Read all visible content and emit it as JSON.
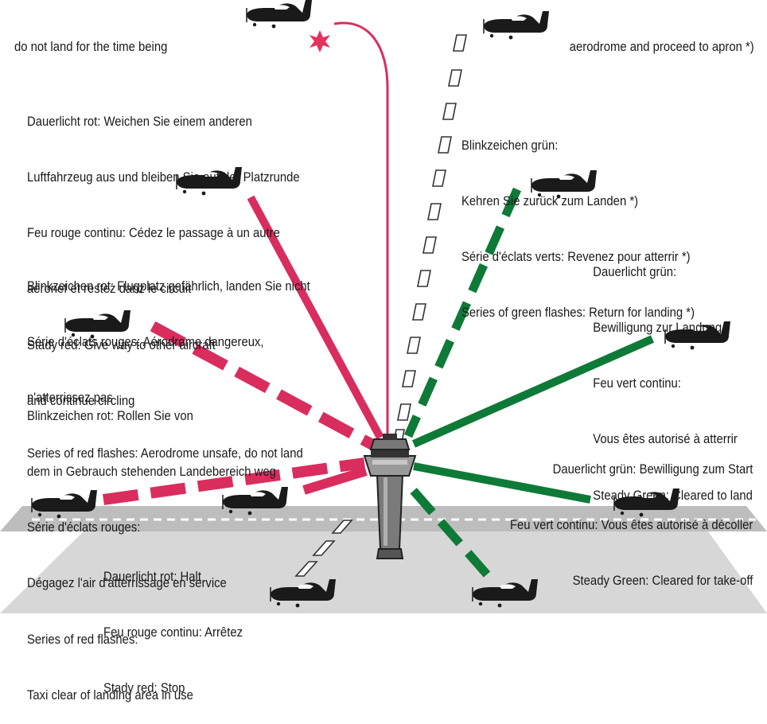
{
  "colors": {
    "red": "#d92d5e",
    "green": "#0e7a37",
    "ground": "#d7d7d7",
    "runway": "#bdbdbd",
    "aircraft": "#1a1a1a",
    "flash": "#e8305f"
  },
  "icons": {
    "tower": "control-tower-icon",
    "aircraft": "light-aircraft-icon",
    "burst": "pyrotechnic-burst-icon"
  },
  "signals": {
    "top_left": [
      "do not land for the time being"
    ],
    "top_right": [
      "aerodrome and proceed to apron *)"
    ],
    "steady_red_circling": [
      "Dauerlicht rot: Weichen Sie einem anderen",
      "Luftfahrzeug aus und bleiben Sie auf der Platzrunde",
      "Feu rouge continu: Cédez le passage à un autre",
      "aéronef et restez danz le circuit",
      "Stady red: Give way to other aircraft",
      "and continue circling"
    ],
    "green_flashes_return": [
      "Blinkzeichen grün:",
      "Kehren Sie zurück zum Landen *)",
      "Série d'éclats verts: Revenez pour atterrir *)",
      "Series of green flashes: Return for landing *)"
    ],
    "red_flashes_unsafe": [
      "Blinkzeichen rot: Flugplatz gefährlich, landen Sie nicht",
      "Série d'éclats rouges: Aérodrome dangereux,",
      "n'atterrissez pas",
      "Series of red flashes: Aerodrome unsafe, do not land"
    ],
    "steady_green_land": [
      "Dauerlicht grün:",
      "Bewilligung zur Landung",
      "Feu vert continu:",
      "Vous êtes autorisé à atterrir",
      "Steady Green: Cleared to land"
    ],
    "red_flashes_taxi": [
      "Blinkzeichen rot: Rollen Sie von",
      "dem in Gebrauch stehenden Landebereich weg",
      "Série d'éclats rouges:",
      "Dégagez l'air d'atterrissage en service",
      "Series of red flashes:",
      "Taxi clear of landing area in use"
    ],
    "steady_green_takeoff": [
      "Dauerlicht grün: Bewilligung zum Start",
      "Feu vert continu: Vous êtes autorisé à décoller",
      "Steady Green: Cleared for take-off"
    ],
    "steady_red_stop": [
      "Dauerlicht rot: Halt",
      "Feu rouge continu: Arrêtez",
      "Stady red: Stop"
    ]
  }
}
